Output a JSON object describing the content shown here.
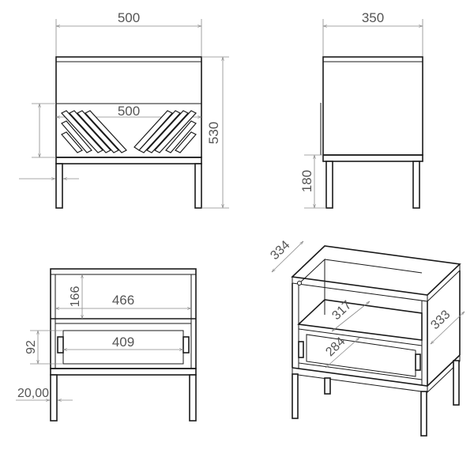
{
  "views": {
    "front": {
      "width_label": "500",
      "inner_width_label": "500",
      "height_label": "530"
    },
    "side": {
      "depth_label": "350",
      "leg_height_label": "180"
    },
    "section": {
      "shelf_height_label": "166",
      "inner_width_label": "466",
      "drawer_height_label": "92",
      "drawer_width_label": "409",
      "leg_label": "20,00"
    },
    "iso": {
      "top_depth_label": "334",
      "shelf_depth_label": "317",
      "side_depth_label": "333",
      "drawer_depth_label": "284"
    }
  },
  "colors": {
    "line": "#1a1a1a",
    "dimension": "#8a8a8a",
    "text": "#555555"
  }
}
